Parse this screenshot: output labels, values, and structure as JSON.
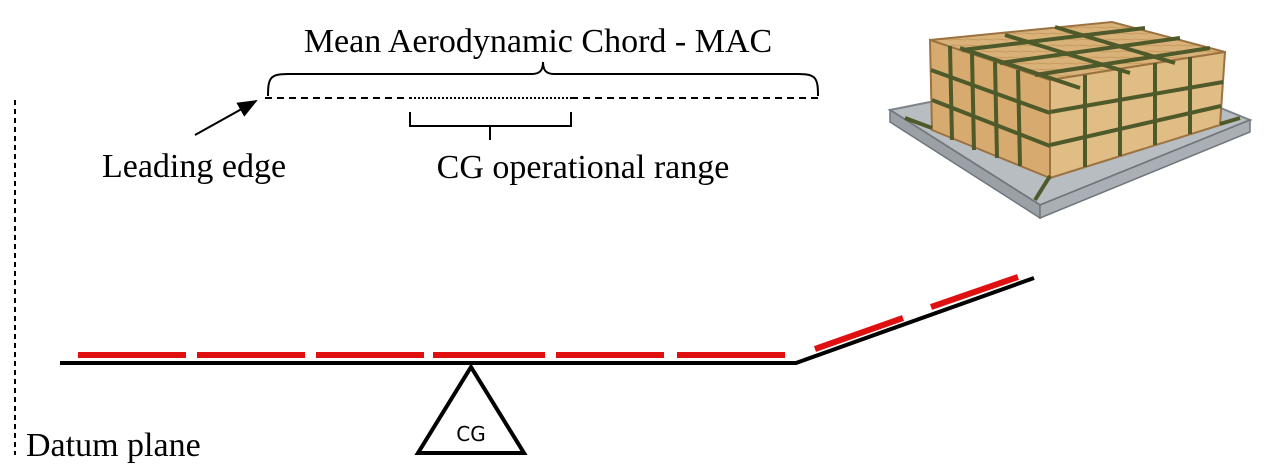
{
  "labels": {
    "mac": "Mean Aerodynamic Chord - MAC",
    "leading_edge": "Leading edge",
    "cg_range": "CG operational range",
    "datum": "Datum plane",
    "cg": "CG"
  },
  "colors": {
    "line": "#000000",
    "load": "#e01010",
    "background": "#ffffff"
  },
  "image": {
    "subject": "cargo-pallet-with-wooden-crate-and-net-photo"
  }
}
